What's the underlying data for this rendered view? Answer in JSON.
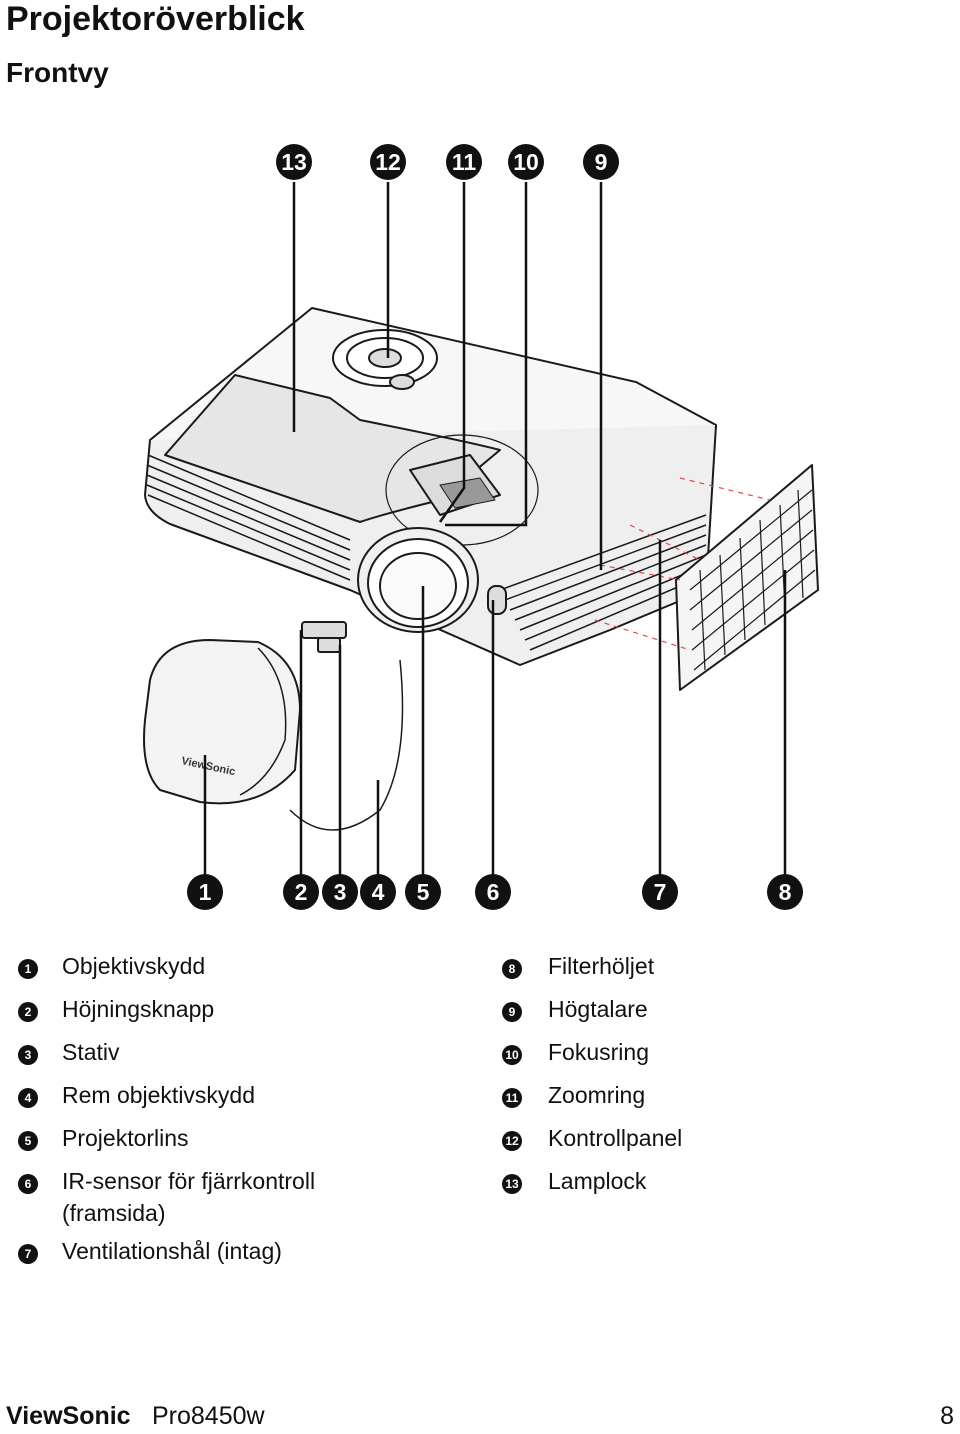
{
  "page": {
    "title": "Projektoröverblick",
    "subtitle": "Frontvy"
  },
  "callouts": {
    "top": [
      "13",
      "12",
      "11",
      "10",
      "9"
    ],
    "bottom": [
      "1",
      "2",
      "3",
      "4",
      "5",
      "6",
      "7",
      "8"
    ]
  },
  "diagram_text": {
    "lens_cap_brand": "ViewSonic"
  },
  "legend": [
    {
      "num": "1",
      "label": "Objektivskydd"
    },
    {
      "num": "2",
      "label": "Höjningsknapp"
    },
    {
      "num": "3",
      "label": "Stativ"
    },
    {
      "num": "4",
      "label": "Rem objektivskydd"
    },
    {
      "num": "5",
      "label": "Projektorlins"
    },
    {
      "num": "6",
      "label": "IR-sensor för fjärrkontroll (framsida)"
    },
    {
      "num": "7",
      "label": "Ventilationshål (intag)"
    },
    {
      "num": "8",
      "label": "Filterhöljet"
    },
    {
      "num": "9",
      "label": "Högtalare"
    },
    {
      "num": "10",
      "label": "Fokusring"
    },
    {
      "num": "11",
      "label": "Zoomring"
    },
    {
      "num": "12",
      "label": "Kontrollpanel"
    },
    {
      "num": "13",
      "label": "Lamplock"
    }
  ],
  "footer": {
    "brand": "ViewSonic",
    "model": "Pro8450w",
    "page_number": "8"
  }
}
